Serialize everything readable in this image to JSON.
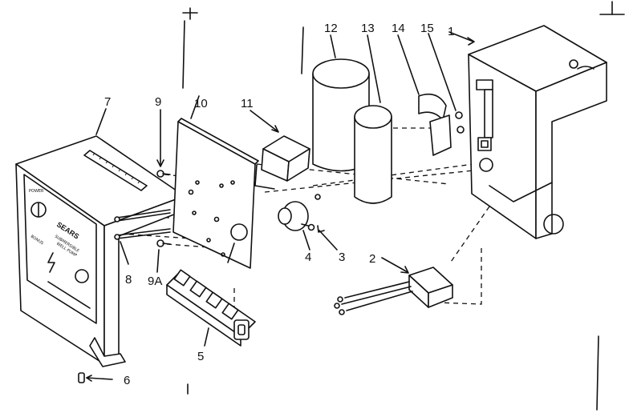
{
  "diagram": {
    "type": "exploded-parts-diagram",
    "callouts": [
      {
        "id": "1",
        "label": "1"
      },
      {
        "id": "2",
        "label": "2"
      },
      {
        "id": "3",
        "label": "3"
      },
      {
        "id": "4",
        "label": "4"
      },
      {
        "id": "5",
        "label": "5"
      },
      {
        "id": "6",
        "label": "6"
      },
      {
        "id": "7",
        "label": "7"
      },
      {
        "id": "8",
        "label": "8"
      },
      {
        "id": "9",
        "label": "9"
      },
      {
        "id": "9A",
        "label": "9A"
      },
      {
        "id": "10",
        "label": "10"
      },
      {
        "id": "11",
        "label": "11"
      },
      {
        "id": "12",
        "label": "12"
      },
      {
        "id": "13",
        "label": "13"
      },
      {
        "id": "14",
        "label": "14"
      },
      {
        "id": "15",
        "label": "15"
      }
    ],
    "cover_markings": {
      "brand": "SEARS",
      "power": "POWER",
      "model_line": "SUBMERSIBLE",
      "pump_line": "WELL PUMP",
      "bonus": "BONUS"
    }
  }
}
